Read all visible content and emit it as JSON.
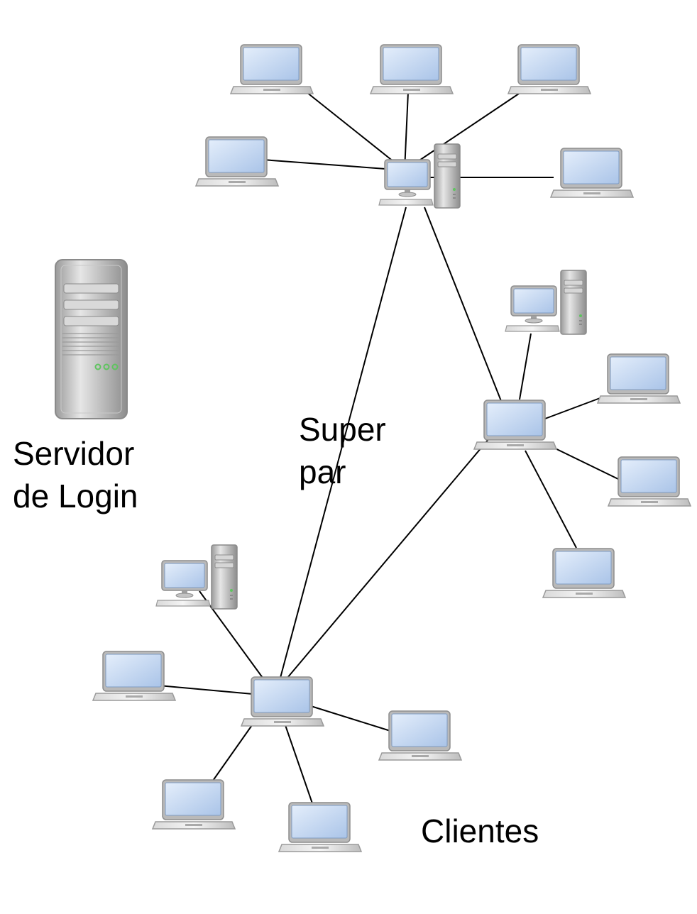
{
  "labels": {
    "server_line1": "Servidor",
    "server_line2": "de Login",
    "super_line1": "Super",
    "super_line2": "par",
    "clients": "Clientes"
  },
  "colors": {
    "screen": "#c6d9f1",
    "case": "#b8b8b8",
    "led": "#5fc45f",
    "line": "#000000"
  },
  "icons": {
    "laptop": "laptop-icon",
    "desktop": "desktop-computer-icon",
    "server": "server-tower-icon"
  },
  "nodes": [
    {
      "id": "super-top",
      "type": "desktop",
      "role": "super-peer"
    },
    {
      "id": "super-right",
      "type": "laptop",
      "role": "super-peer"
    },
    {
      "id": "super-bottom",
      "type": "laptop",
      "role": "super-peer"
    },
    {
      "id": "top-1",
      "type": "laptop",
      "role": "client"
    },
    {
      "id": "top-2",
      "type": "laptop",
      "role": "client"
    },
    {
      "id": "top-3",
      "type": "laptop",
      "role": "client"
    },
    {
      "id": "top-4",
      "type": "laptop",
      "role": "client"
    },
    {
      "id": "top-5",
      "type": "laptop",
      "role": "client"
    },
    {
      "id": "right-desktop",
      "type": "desktop",
      "role": "client"
    },
    {
      "id": "right-1",
      "type": "laptop",
      "role": "client"
    },
    {
      "id": "right-2",
      "type": "laptop",
      "role": "client"
    },
    {
      "id": "right-3",
      "type": "laptop",
      "role": "client"
    },
    {
      "id": "bottom-desktop",
      "type": "desktop",
      "role": "client"
    },
    {
      "id": "bottom-1",
      "type": "laptop",
      "role": "client"
    },
    {
      "id": "bottom-2",
      "type": "laptop",
      "role": "client"
    },
    {
      "id": "bottom-3",
      "type": "laptop",
      "role": "client"
    },
    {
      "id": "bottom-4",
      "type": "laptop",
      "role": "client"
    }
  ],
  "edges": [
    [
      "super-top",
      "top-1"
    ],
    [
      "super-top",
      "top-2"
    ],
    [
      "super-top",
      "top-3"
    ],
    [
      "super-top",
      "top-4"
    ],
    [
      "super-top",
      "top-5"
    ],
    [
      "super-top",
      "super-right"
    ],
    [
      "super-top",
      "super-bottom"
    ],
    [
      "super-right",
      "super-bottom"
    ],
    [
      "super-right",
      "right-desktop"
    ],
    [
      "super-right",
      "right-1"
    ],
    [
      "super-right",
      "right-2"
    ],
    [
      "super-right",
      "right-3"
    ],
    [
      "super-bottom",
      "bottom-desktop"
    ],
    [
      "super-bottom",
      "bottom-1"
    ],
    [
      "super-bottom",
      "bottom-2"
    ],
    [
      "super-bottom",
      "bottom-3"
    ],
    [
      "super-bottom",
      "bottom-4"
    ]
  ]
}
